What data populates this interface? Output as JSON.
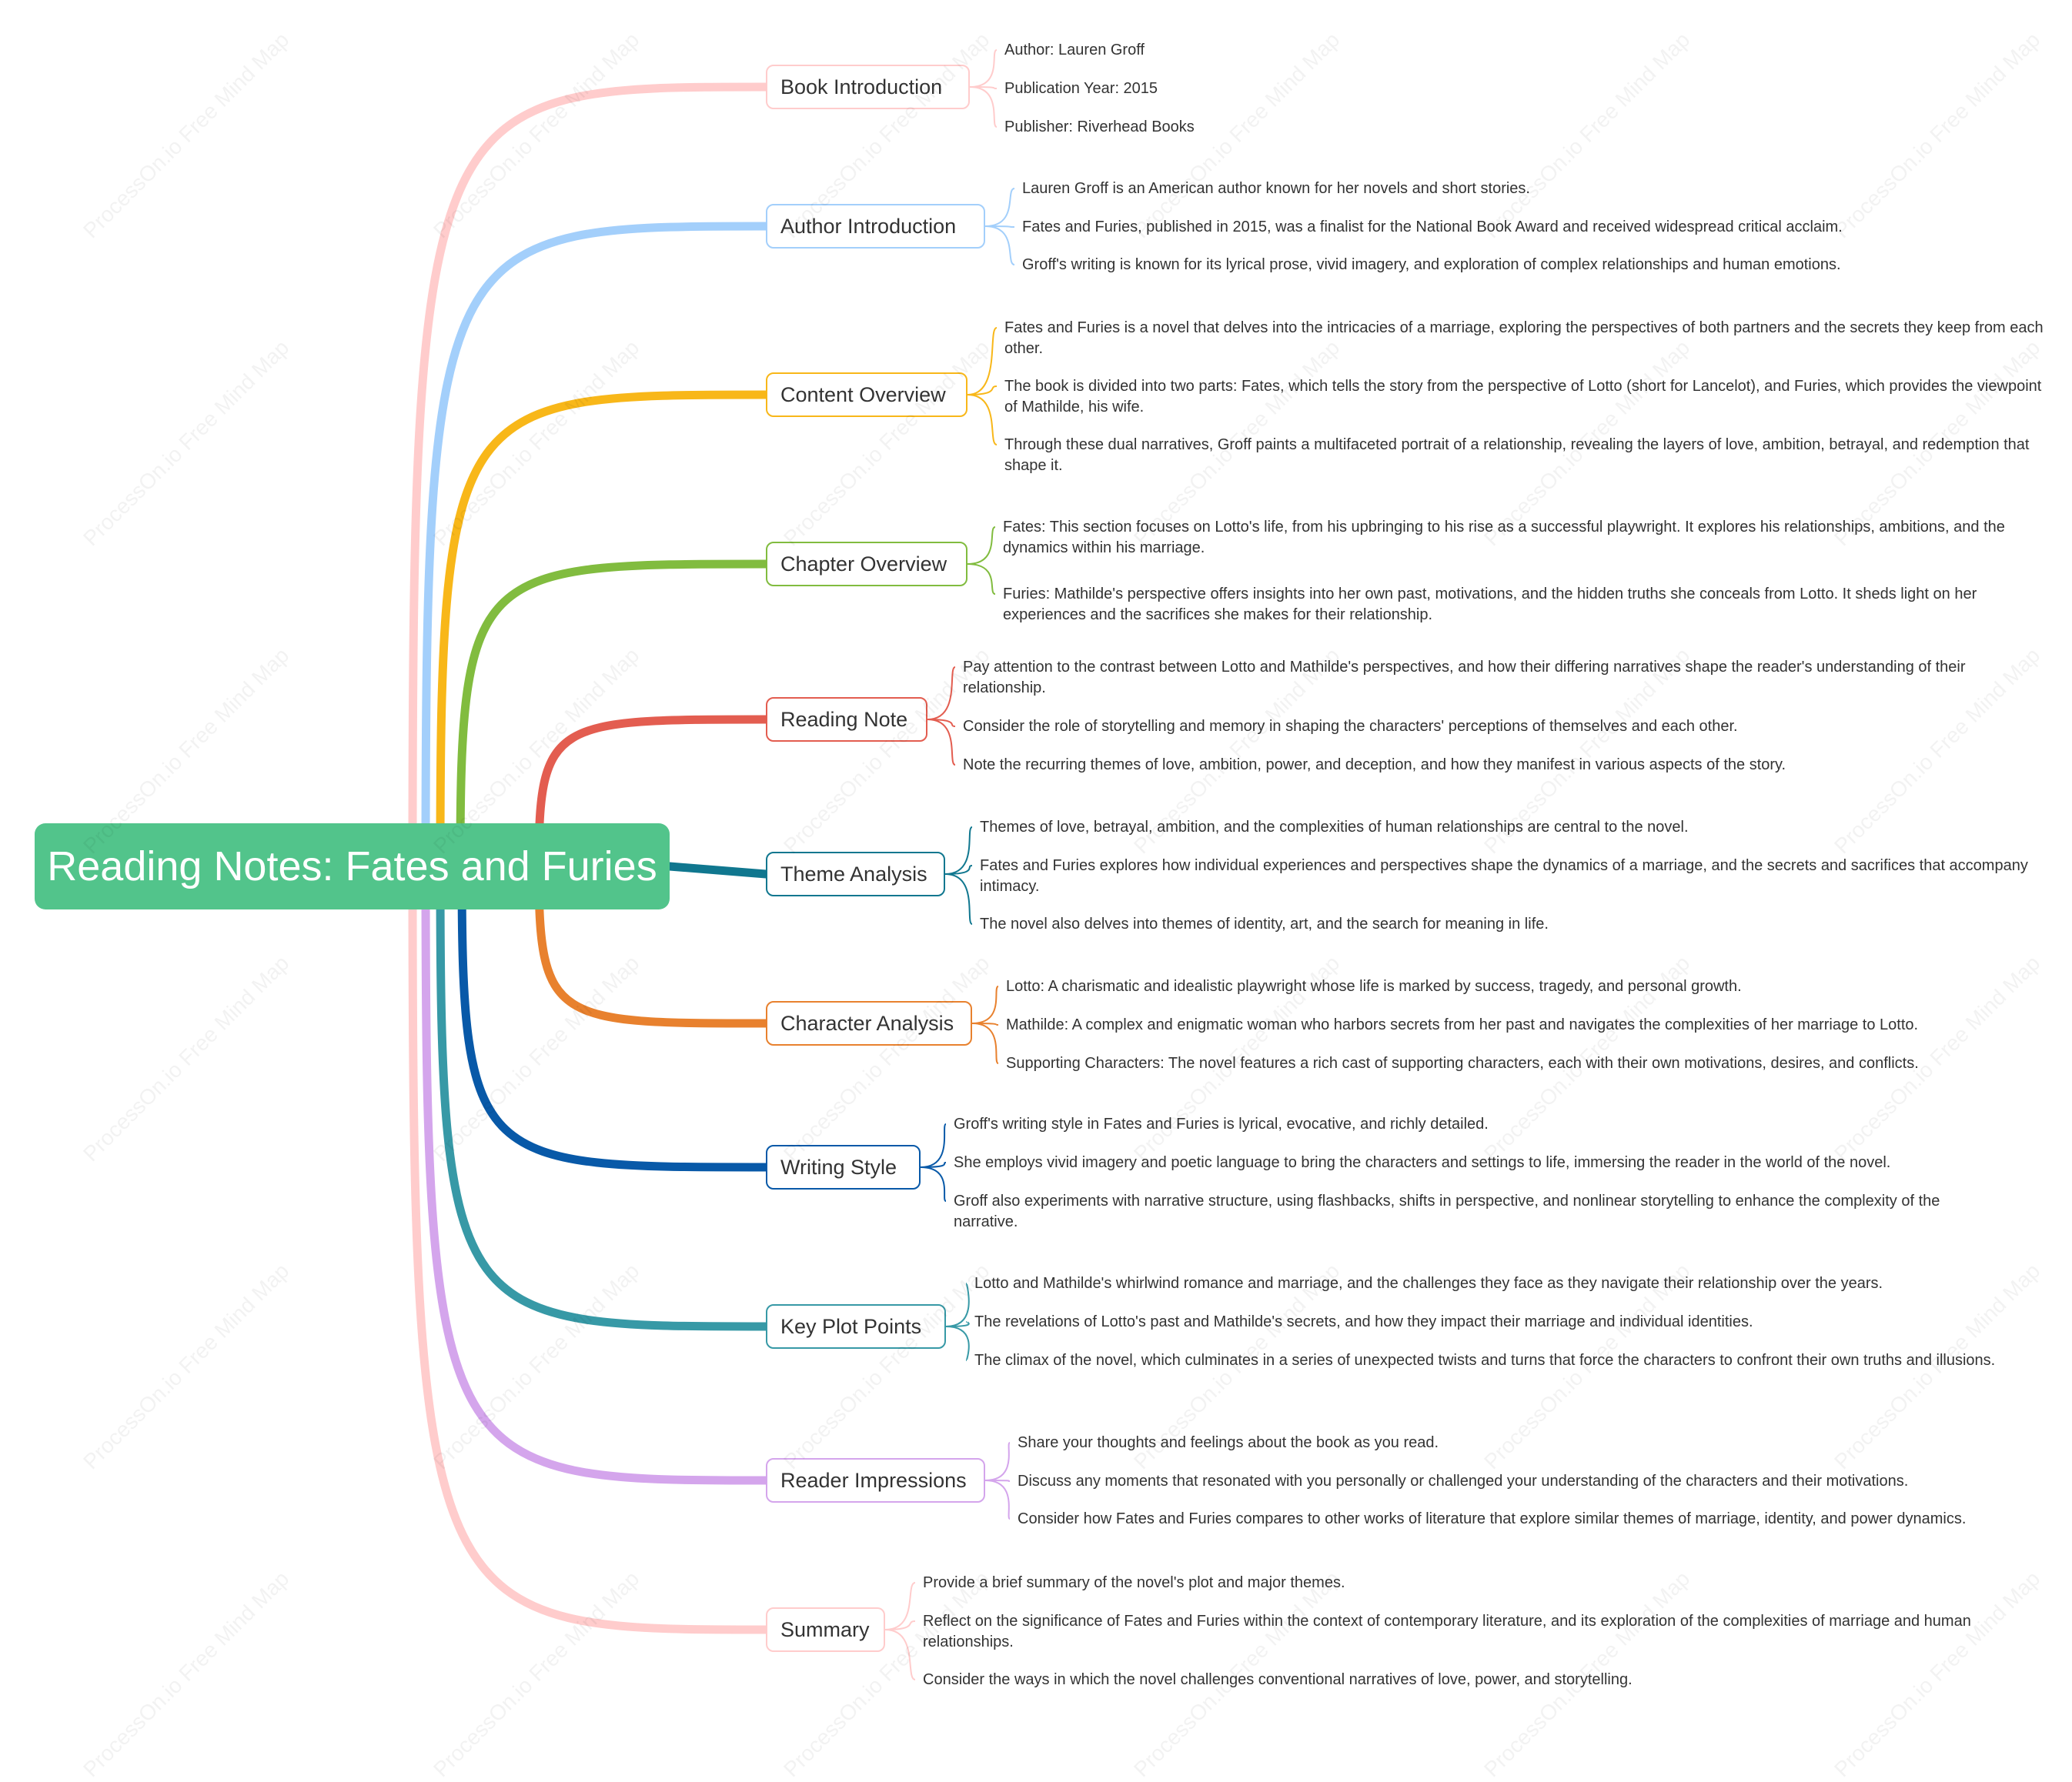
{
  "root": {
    "title": "Reading Notes: Fates and Furies",
    "color": "#52c48b"
  },
  "watermark": "ProcessOn.io Free Mind Map",
  "branches": [
    {
      "label": "Book Introduction",
      "color": "#ffcccc",
      "leaves": [
        "Author: Lauren Groff",
        "Publication Year: 2015",
        "Publisher: Riverhead Books"
      ]
    },
    {
      "label": "Author Introduction",
      "color": "#a3cffb",
      "leaves": [
        "Lauren Groff is an American author known for her novels and short stories.",
        "Fates and Furies, published in 2015, was a finalist for the National Book Award and received widespread critical acclaim.",
        "Groff's writing is known for its lyrical prose, vivid imagery, and exploration of complex relationships and human emotions."
      ]
    },
    {
      "label": "Content Overview",
      "color": "#f8b719",
      "leaves": [
        "Fates and Furies is a novel that delves into the intricacies of a marriage, exploring the perspectives of both partners and the secrets they keep from each other.",
        "The book is divided into two parts: Fates, which tells the story from the perspective of Lotto (short for Lancelot), and Furies, which provides the viewpoint of Mathilde, his wife.",
        "Through these dual narratives, Groff paints a multifaceted portrait of a relationship, revealing the layers of love, ambition, betrayal, and redemption that shape it."
      ]
    },
    {
      "label": "Chapter Overview",
      "color": "#81bc3f",
      "leaves": [
        "Fates: This section focuses on Lotto's life, from his upbringing to his rise as a successful playwright. It explores his relationships, ambitions, and the dynamics within his marriage.",
        "Furies: Mathilde's perspective offers insights into her own past, motivations, and the hidden truths she conceals from Lotto. It sheds light on her experiences and the sacrifices she makes for their relationship."
      ]
    },
    {
      "label": "Reading Note",
      "color": "#e35d50",
      "leaves": [
        "Pay attention to the contrast between Lotto and Mathilde's perspectives, and how their differing narratives shape the reader's understanding of their relationship.",
        "Consider the role of storytelling and memory in shaping the characters' perceptions of themselves and each other.",
        "Note the recurring themes of love, ambition, power, and deception, and how they manifest in various aspects of the story."
      ]
    },
    {
      "label": "Theme Analysis",
      "color": "#10778f",
      "leaves": [
        "Themes of love, betrayal, ambition, and the complexities of human relationships are central to the novel.",
        "Fates and Furies explores how individual experiences and perspectives shape the dynamics of a marriage, and the secrets and sacrifices that accompany intimacy.",
        "The novel also delves into themes of identity, art, and the search for meaning in life."
      ]
    },
    {
      "label": "Character Analysis",
      "color": "#e8812e",
      "leaves": [
        "Lotto: A charismatic and idealistic playwright whose life is marked by success, tragedy, and personal growth.",
        "Mathilde: A complex and enigmatic woman who harbors secrets from her past and navigates the complexities of her marriage to Lotto.",
        "Supporting Characters: The novel features a rich cast of supporting characters, each with their own motivations, desires, and conflicts."
      ]
    },
    {
      "label": "Writing Style",
      "color": "#0859a8",
      "leaves": [
        "Groff's writing style in Fates and Furies is lyrical, evocative, and richly detailed.",
        "She employs vivid imagery and poetic language to bring the characters and settings to life, immersing the reader in the world of the novel.",
        "Groff also experiments with narrative structure, using flashbacks, shifts in perspective, and nonlinear storytelling to enhance the complexity of the narrative."
      ]
    },
    {
      "label": "Key Plot Points",
      "color": "#3799a6",
      "leaves": [
        "Lotto and Mathilde's whirlwind romance and marriage, and the challenges they face as they navigate their relationship over the years.",
        "The revelations of Lotto's past and Mathilde's secrets, and how they impact their marriage and individual identities.",
        "The climax of the novel, which culminates in a series of unexpected twists and turns that force the characters to confront their own truths and illusions."
      ]
    },
    {
      "label": "Reader Impressions",
      "color": "#d4a5ec",
      "leaves": [
        "Share your thoughts and feelings about the book as you read.",
        "Discuss any moments that resonated with you personally or challenged your understanding of the characters and their motivations.",
        "Consider how Fates and Furies compares to other works of literature that explore similar themes of marriage, identity, and power dynamics."
      ]
    },
    {
      "label": "Summary",
      "color": "#ffcccc",
      "leaves": [
        "Provide a brief summary of the novel's plot and major themes.",
        "Reflect on the significance of Fates and Furies within the context of contemporary literature, and its exploration of the complexities of marriage and human relationships.",
        "Consider the ways in which the novel challenges conventional narratives of love, power, and storytelling."
      ]
    }
  ]
}
